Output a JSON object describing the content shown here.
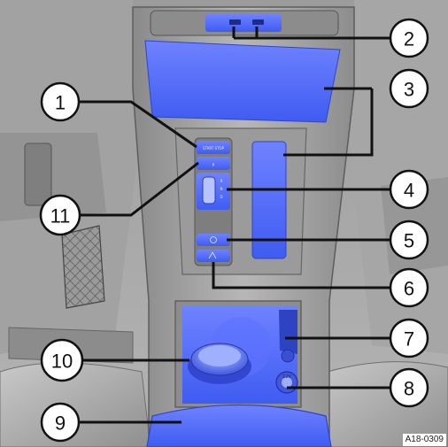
{
  "figure": {
    "code": "A18-0309"
  },
  "callouts": [
    {
      "number": "1"
    },
    {
      "number": "2"
    },
    {
      "number": "3"
    },
    {
      "number": "4"
    },
    {
      "number": "5"
    },
    {
      "number": "6"
    },
    {
      "number": "7"
    },
    {
      "number": "8"
    },
    {
      "number": "9"
    },
    {
      "number": "10"
    },
    {
      "number": "11"
    }
  ],
  "control_labels": {
    "start_stop": "START STOP",
    "gear_r": "R",
    "gear_n": "N",
    "gear_d": "D",
    "socket": "12V"
  },
  "colors": {
    "highlight": "#3f5cf2",
    "highlight_light": "#7d90ff",
    "console": "#a9a9a9",
    "background": "#ffffff"
  }
}
